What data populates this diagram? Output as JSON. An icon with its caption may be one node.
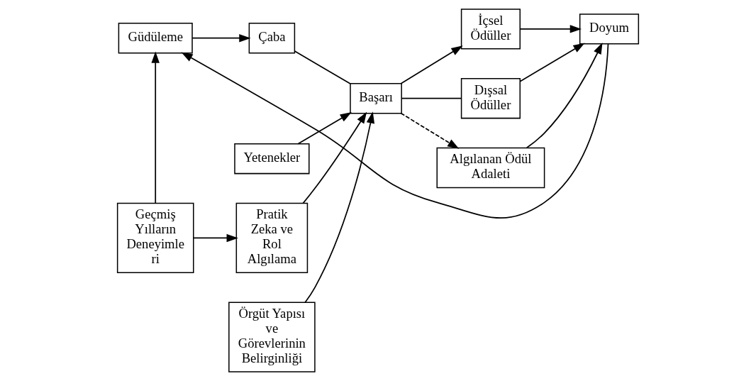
{
  "diagram": {
    "nodes": [
      {
        "text": [
          "Güdüleme"
        ]
      },
      {
        "text": [
          "Çaba"
        ]
      },
      {
        "text": [
          "Yetenekler"
        ]
      },
      {
        "text": [
          "Başarı"
        ]
      },
      {
        "text": [
          "İçsel Ödüller"
        ]
      },
      {
        "text": [
          "Doyum"
        ]
      },
      {
        "text": [
          "Geçmiş Yılların Deneyimle ri"
        ]
      },
      {
        "text": [
          "Pratik Zeka ve Rol Algılama"
        ]
      },
      {
        "text": [
          "Örgüt Yapısı ve Görevlerinin Belirginliği"
        ]
      },
      {
        "text": [
          "Dışsal Ödüller"
        ]
      },
      {
        "text": [
          "Algılanan Ödül Adaleti"
        ]
      }
    ],
    "edges": [
      {
        "from": 0,
        "to": 1,
        "arrow": "to"
      },
      {
        "from": 1,
        "to": 3,
        "arrow": "none"
      },
      {
        "from": 2,
        "to": 3,
        "arrow": "to"
      },
      {
        "from": 7,
        "to": 3,
        "arrow": "to"
      },
      {
        "from": 8,
        "to": 3,
        "arrow": "to"
      },
      {
        "from": 6,
        "to": 0,
        "arrow": "to"
      },
      {
        "from": 6,
        "to": 7,
        "arrow": "to"
      },
      {
        "from": 3,
        "to": 4,
        "arrow": "to"
      },
      {
        "from": 3,
        "to": 9,
        "arrow": "none"
      },
      {
        "from": 4,
        "to": 5,
        "arrow": "to"
      },
      {
        "from": 9,
        "to": 5,
        "arrow": "to"
      },
      {
        "from": 3,
        "to": 10,
        "arrow": "to",
        "style": "dashed"
      },
      {
        "from": 10,
        "to": 5,
        "arrow": "to"
      },
      {
        "from": 5,
        "to": 0,
        "arrow": "to"
      }
    ]
  }
}
